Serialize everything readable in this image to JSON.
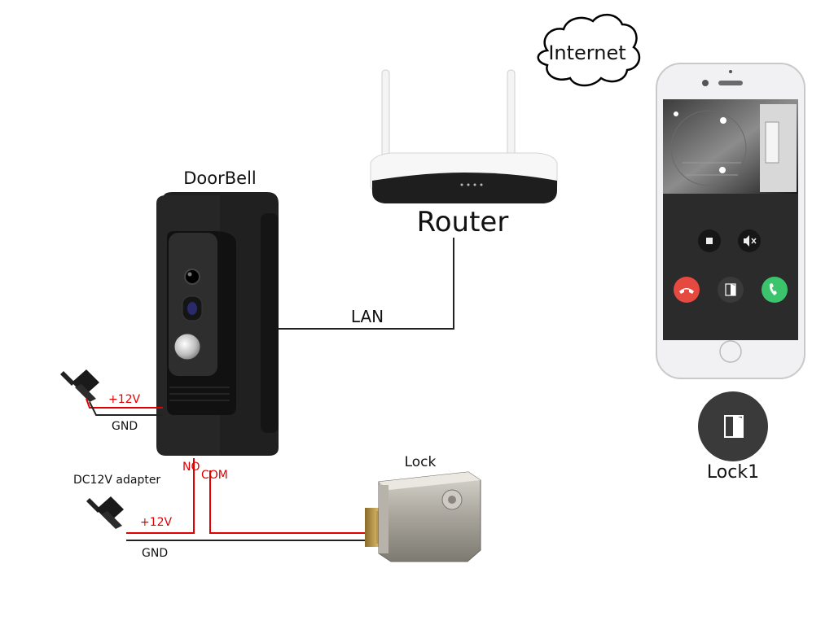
{
  "labels": {
    "internet": "Internet",
    "router": "Router",
    "doorbell": "DoorBell",
    "lan": "LAN",
    "lock": "Lock",
    "lock1": "Lock1",
    "dc_adapter": "DC12V adapter",
    "plus12v_top": "+12V",
    "gnd_top": "GND",
    "plus12v_bottom": "+12V",
    "gnd_bottom": "GND",
    "no": "NO",
    "com": "COM"
  },
  "colors": {
    "wire_red": "#e00000",
    "wire_black": "#222222",
    "device_black": "#1c1c1c",
    "hangup_red": "#e5493f",
    "accept_green": "#3bc46b",
    "lock_button": "#3a3a3a"
  },
  "icons": {
    "hangup": "phone-hangup-icon",
    "accept": "phone-accept-icon",
    "door": "door-icon",
    "stop": "stop-icon",
    "mute": "mute-icon"
  }
}
